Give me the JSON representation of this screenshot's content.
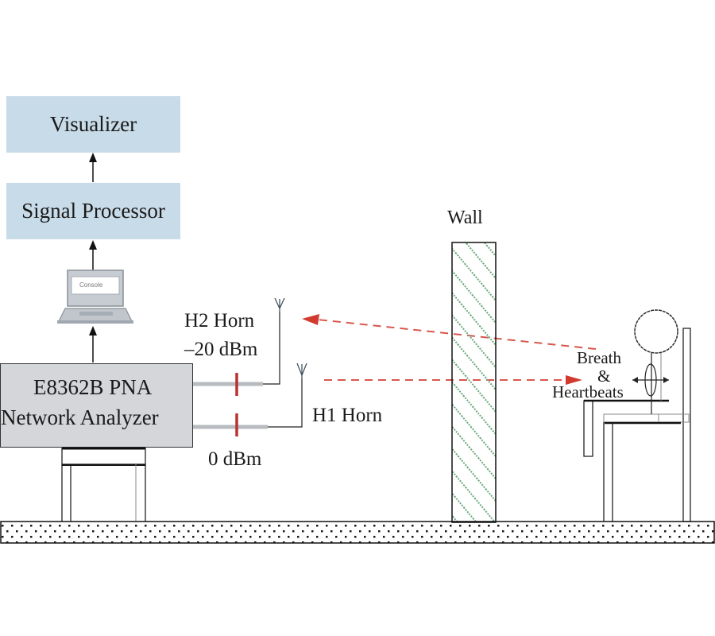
{
  "diagram": {
    "blocks": {
      "visualizer": "Visualizer",
      "signal_processor": "Signal Processor",
      "network_analyzer_line1": "E8362B PNA",
      "network_analyzer_line2": "Network Analyzer"
    },
    "laptop": {
      "screen_text": "Console"
    },
    "antennas": {
      "h2_label": "H2 Horn",
      "h2_power": "–20 dBm",
      "h1_label": "H1 Horn",
      "h1_power": "0 dBm"
    },
    "wall": {
      "label": "Wall"
    },
    "subject": {
      "label_line1": "Breath",
      "label_line2": "&",
      "label_line3": "Heartbeats"
    },
    "colors": {
      "block_fill": "#c8dbe8",
      "analyzer_fill": "#d4d6da",
      "signal_red": "#d23a2e",
      "attenuator_red": "#b83232",
      "cable_gray": "#b8bcc0",
      "wall_hatch": "#6aaa7e"
    }
  }
}
